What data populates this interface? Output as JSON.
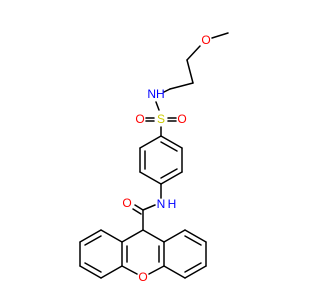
{
  "molecule": {
    "atom_labels": {
      "methoxy_o": "O",
      "sulfonamide_nh": "NH",
      "sulfur": "S",
      "sulfonyl_o_left": "O",
      "sulfonyl_o_right": "O",
      "amide_nh": "N",
      "amide_h": "H",
      "amide_o": "O",
      "xanthene_o": "O"
    },
    "colors": {
      "bond": "#000000",
      "oxygen": "#ff0000",
      "nitrogen": "#0000ff",
      "sulfur": "#cccc00"
    }
  }
}
